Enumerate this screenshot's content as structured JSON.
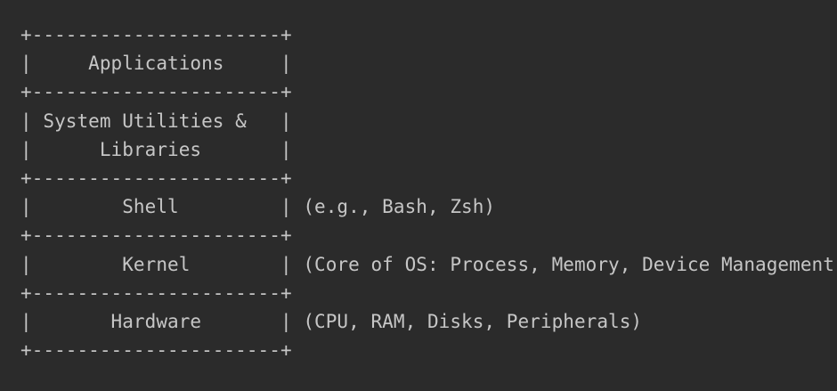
{
  "code_block": {
    "lines": [
      "+----------------------+",
      "|     Applications     |",
      "+----------------------+",
      "| System Utilities &   |",
      "|      Libraries       |",
      "+----------------------+",
      "|        Shell         | (e.g., Bash, Zsh)",
      "+----------------------+",
      "|        Kernel        | (Core of OS: Process, Memory, Device Management, ...)",
      "+----------------------+",
      "|       Hardware       | (CPU, RAM, Disks, Peripherals)",
      "+----------------------+"
    ]
  },
  "colors": {
    "background": "#2b2b2b",
    "text": "#c6c6c6"
  }
}
